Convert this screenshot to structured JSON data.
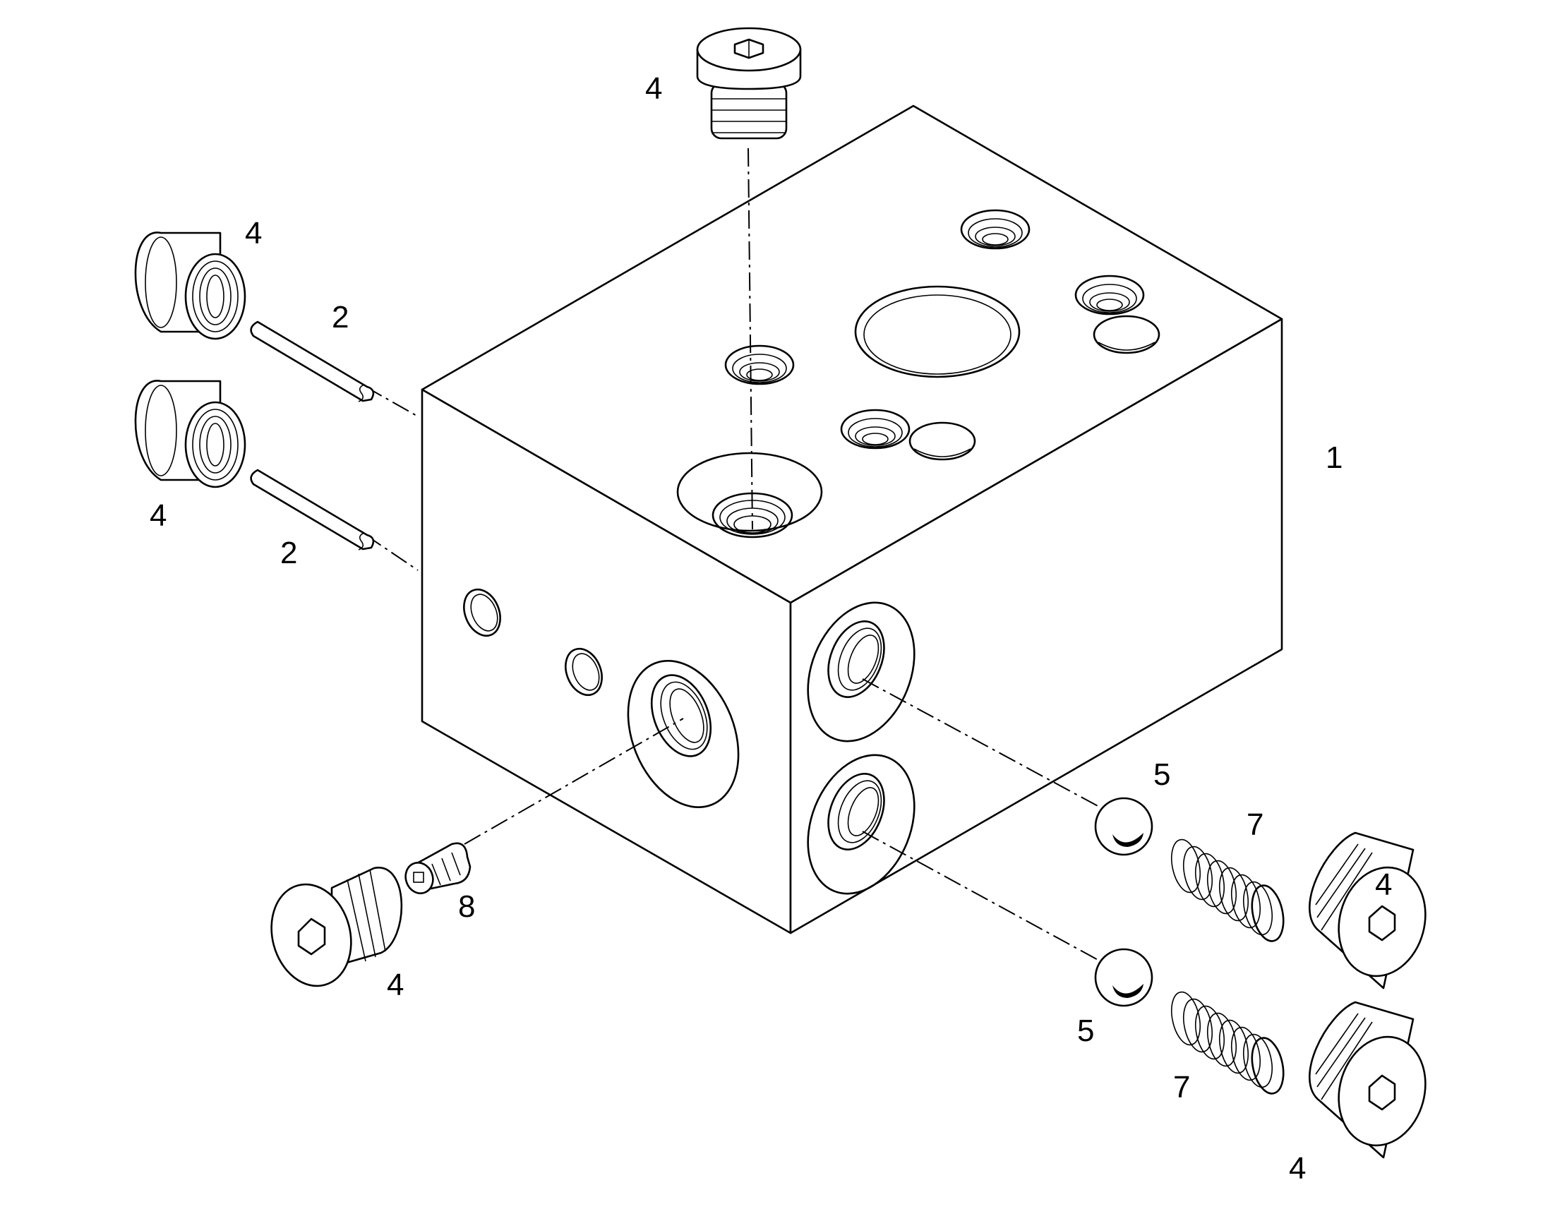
{
  "callouts": {
    "block": "1",
    "pin_upper": "2",
    "pin_lower": "2",
    "plug_top": "4",
    "plug_left_upper": "4",
    "plug_left_lower": "4",
    "plug_front": "4",
    "plug_right_upper": "4",
    "plug_right_lower": "4",
    "ball_upper": "5",
    "ball_lower": "5",
    "spring_upper": "7",
    "spring_lower": "7",
    "set_screw": "8"
  }
}
